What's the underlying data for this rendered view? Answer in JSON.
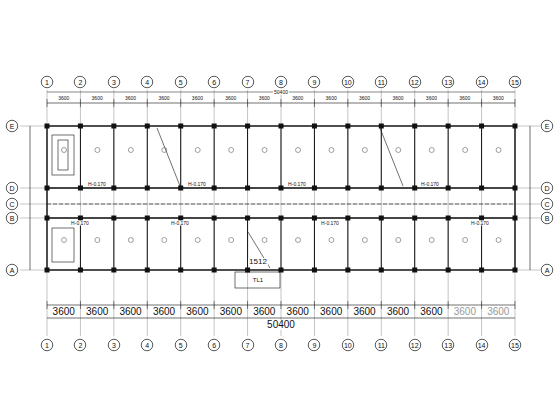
{
  "diagram": {
    "nodes": [
      {
        "text": [
          "1"
        ]
      },
      {
        "text": [
          "2"
        ]
      },
      {
        "text": [
          "3"
        ]
      },
      {
        "text": [
          "4"
        ]
      },
      {
        "text": [
          "5"
        ]
      },
      {
        "text": [
          "6"
        ]
      },
      {
        "text": [
          "7"
        ]
      },
      {
        "text": [
          "8"
        ]
      },
      {
        "text": [
          "9"
        ]
      },
      {
        "text": [
          "10"
        ]
      },
      {
        "text": [
          "11"
        ]
      },
      {
        "text": [
          "12"
        ]
      },
      {
        "text": [
          "13"
        ]
      },
      {
        "text": [
          "14"
        ]
      },
      {
        "text": [
          "15"
        ]
      },
      {
        "text": [
          "E"
        ]
      },
      {
        "text": [
          "D"
        ]
      },
      {
        "text": [
          "C"
        ]
      },
      {
        "text": [
          "B"
        ]
      },
      {
        "text": [
          "A"
        ]
      },
      {
        "text": [
          "E"
        ]
      },
      {
        "text": [
          "D"
        ]
      },
      {
        "text": [
          "C"
        ]
      },
      {
        "text": [
          "B"
        ]
      },
      {
        "text": [
          "A"
        ]
      },
      {
        "text": [
          "1"
        ]
      },
      {
        "text": [
          "2"
        ]
      },
      {
        "text": [
          "3"
        ]
      },
      {
        "text": [
          "4"
        ]
      },
      {
        "text": [
          "5"
        ]
      },
      {
        "text": [
          "6"
        ]
      },
      {
        "text": [
          "7"
        ]
      },
      {
        "text": [
          "8"
        ]
      },
      {
        "text": [
          "9"
        ]
      },
      {
        "text": [
          "10"
        ]
      },
      {
        "text": [
          "11"
        ]
      },
      {
        "text": [
          "12"
        ]
      },
      {
        "text": [
          "13"
        ]
      },
      {
        "text": [
          "14"
        ]
      },
      {
        "text": [
          "15"
        ]
      }
    ],
    "labels": [
      "3600",
      "3600",
      "3600",
      "3600",
      "3600",
      "3600",
      "3600",
      "3600",
      "3600",
      "3600",
      "3600",
      "3600",
      "3600",
      "3600",
      "50400",
      "3600",
      "3600",
      "3600",
      "3600",
      "3600",
      "3600",
      "3600",
      "3600",
      "3600",
      "3600",
      "3600",
      "3600",
      "3600",
      "3600",
      "50400",
      "H-0.170",
      "H-0.170",
      "H-0.170",
      "H-0.170",
      "H-0.170",
      "H-0.170",
      "H-0.170",
      "H-0.170",
      "1512",
      "TL1"
    ]
  }
}
